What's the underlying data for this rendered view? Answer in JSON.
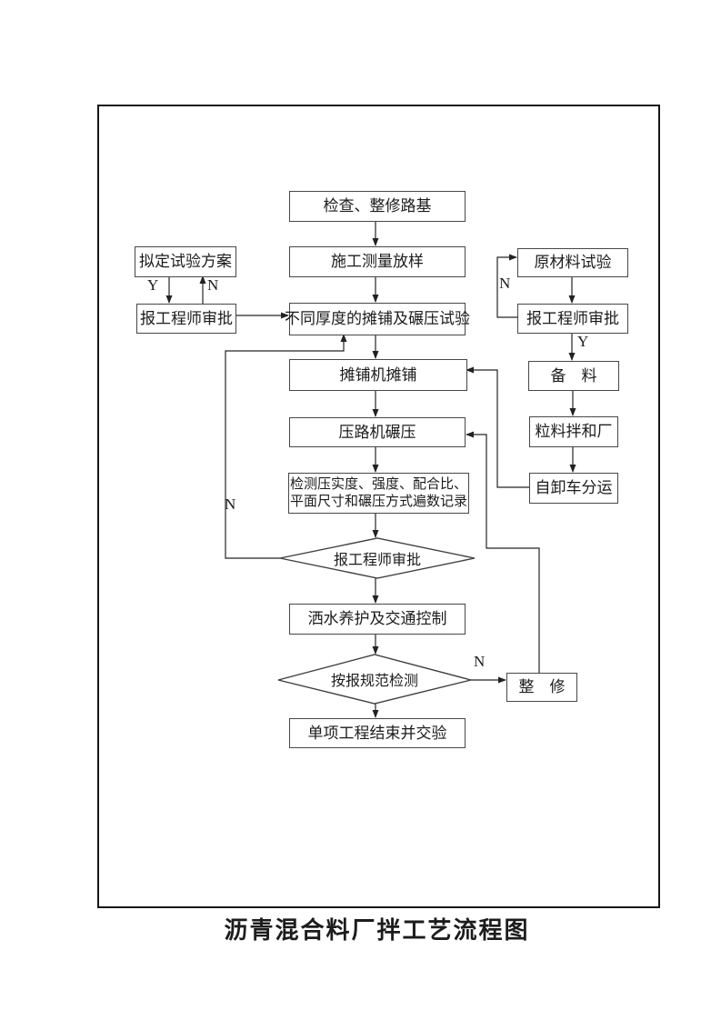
{
  "title": "沥青混合料厂拌工艺流程图",
  "flowchart": {
    "main": {
      "check_roadbed": "检查、整修路基",
      "survey_layout": "施工测量放样",
      "thickness_test": "不同厚度的摊铺及碾压试验",
      "paver_paving": "摊铺机摊铺",
      "roller_compaction": "压路机碾压",
      "inspection_line1": "检测压实度、强度、配合比、",
      "inspection_line2": "平面尺寸和碾压方式遍数记录",
      "engineer_approval_decision": "报工程师审批",
      "curing_traffic_control": "洒水养护及交通控制",
      "spec_inspection_decision": "按报规范检测",
      "project_completion": "单项工程结束并交验"
    },
    "left": {
      "draft_test_plan": "拟定试验方案",
      "engineer_approval": "报工程师审批"
    },
    "right": {
      "raw_material_test": "原材料试验",
      "engineer_approval": "报工程师审批",
      "prepare_material": "备　料",
      "mixing_plant": "粒料拌和厂",
      "dump_truck_transport": "自卸车分运",
      "repair": "整　修"
    },
    "labels": {
      "left_yes": "Y",
      "left_no": "N",
      "right_no": "N",
      "right_yes": "Y",
      "approval_no": "N",
      "inspection_no": "N"
    }
  }
}
